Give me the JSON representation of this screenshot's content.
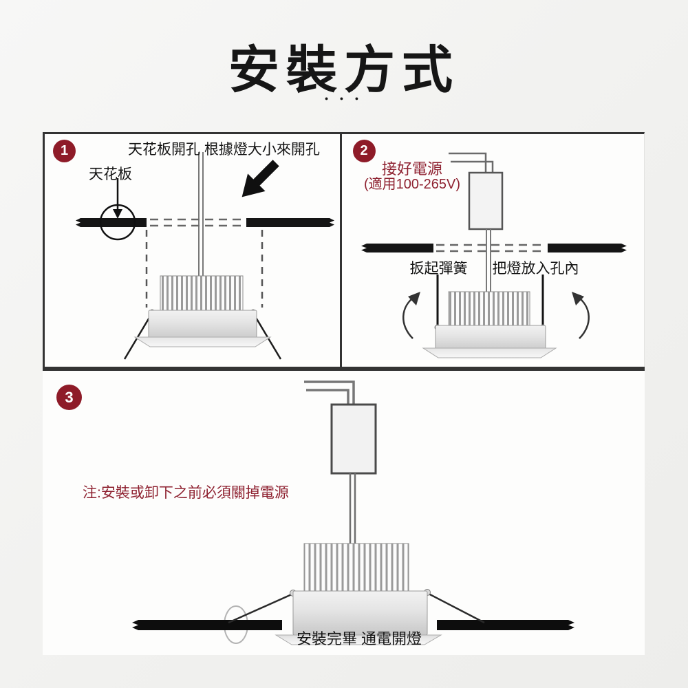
{
  "title": "安裝方式",
  "dots": "●●●",
  "colors": {
    "badge_red": "#8e1b28",
    "note_red": "#8e2130",
    "frame": "#333333"
  },
  "steps": {
    "one": {
      "number": "1",
      "hole_label": "天花板開孔 根據燈大小來開孔",
      "ceiling_label": "天花板"
    },
    "two": {
      "number": "2",
      "power_line1": "接好電源",
      "power_line2": "(適用100-265V)",
      "spring_label": "扳起彈簧",
      "insert_label": "把燈放入孔內"
    },
    "three": {
      "number": "3",
      "note": "注:安裝或卸下之前必須關掉電源",
      "caption": "安裝完畢 通電開燈"
    }
  }
}
